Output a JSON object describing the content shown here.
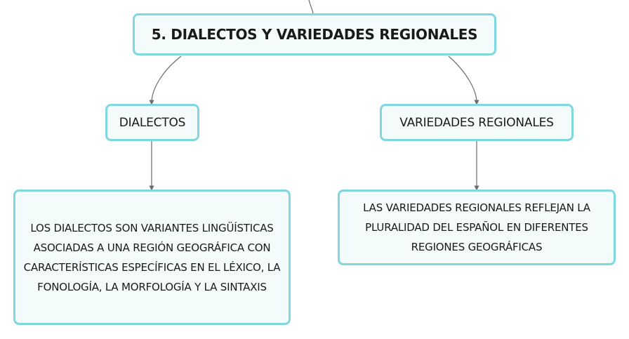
{
  "diagram": {
    "root": {
      "label": "5. DIALECTOS Y VARIEDADES REGIONALES"
    },
    "branches": [
      {
        "label": "DIALECTOS",
        "description": "LOS DIALECTOS SON VARIANTES LINGÜÍSTICAS ASOCIADAS A UNA REGIÓN GEOGRÁFICA CON CARACTERÍSTICAS ESPECÍFICAS EN EL LÉXICO, LA FONOLOGÍA, LA MORFOLOGÍA Y LA SINTAXIS"
      },
      {
        "label": "VARIEDADES REGIONALES",
        "description": "LAS VARIEDADES REGIONALES REFLEJAN LA PLURALIDAD DEL ESPAÑOL EN DIFERENTES REGIONES GEOGRÁFICAS"
      }
    ],
    "colors": {
      "node_border": "#7fd8df",
      "node_fill": "#f3fbfb",
      "connector": "#6b6b6b",
      "text": "#1a1a1a"
    }
  }
}
